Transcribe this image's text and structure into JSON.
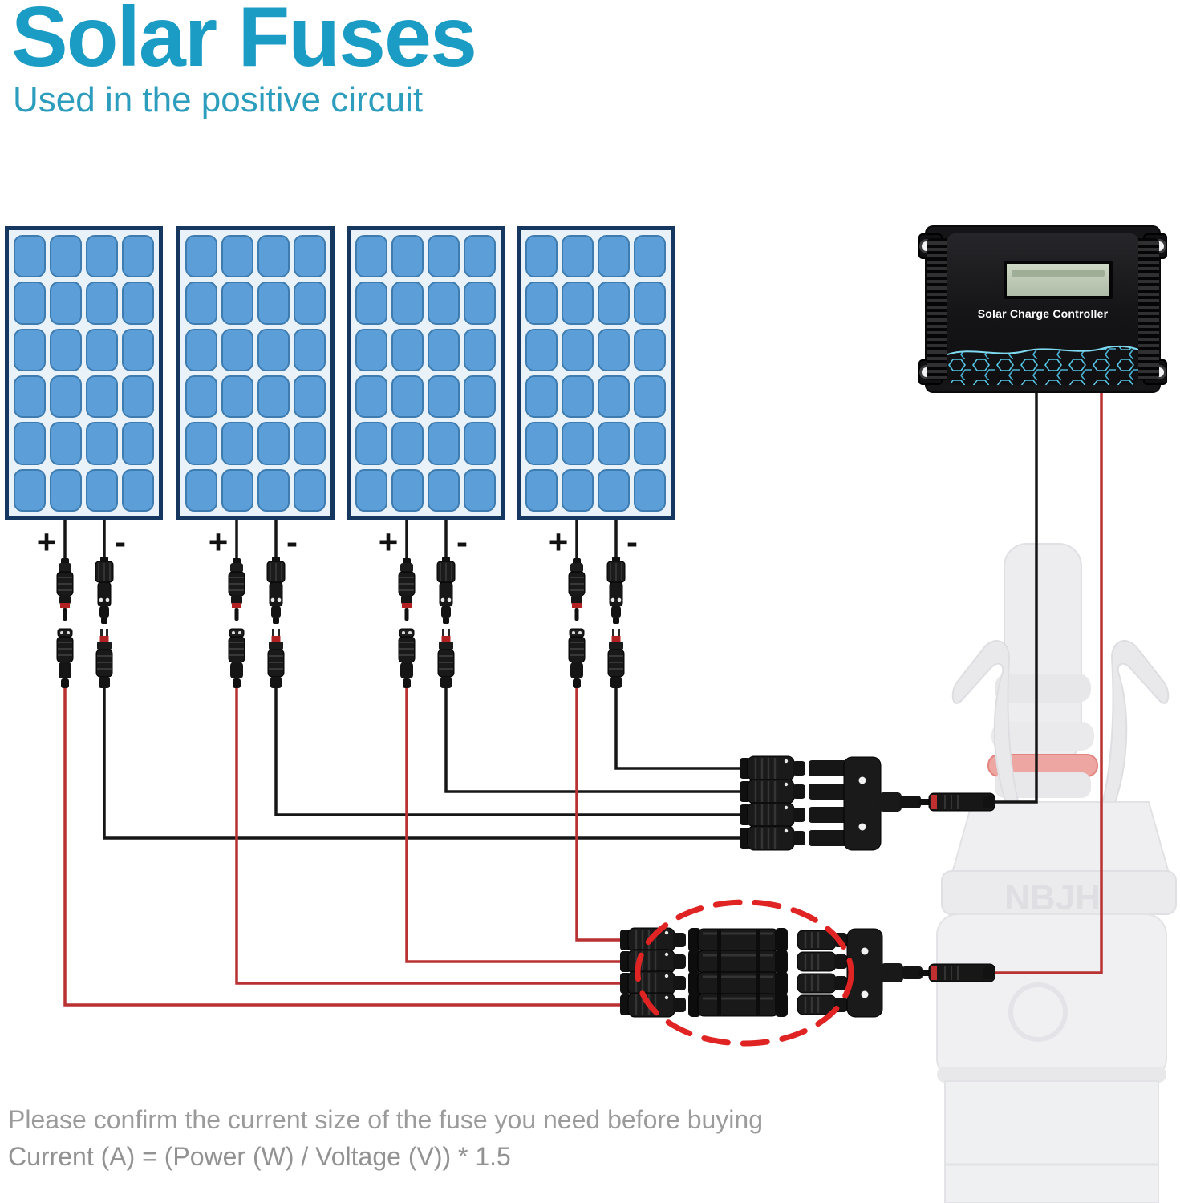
{
  "header": {
    "title": "Solar Fuses",
    "subtitle": "Used in the positive circuit"
  },
  "panels": {
    "count": 4,
    "cell_rows": 6,
    "cell_cols": 4,
    "positive_label": "+",
    "negative_label": "-"
  },
  "controller": {
    "label": "Solar Charge Controller"
  },
  "ghost_product": {
    "embossed_text": "NBJH"
  },
  "footer": {
    "line1": "Please confirm the current size of the fuse you need before buying",
    "line2": "Current (A) = (Power (W) / Voltage (V)) * 1.5"
  },
  "colors": {
    "accent_title": "#1b9cc4",
    "panel_cell_blue": "#5b9ed8",
    "panel_border_navy": "#16375f",
    "wire_negative_black": "#161616",
    "wire_positive_red": "#b93131",
    "highlight_circle_red": "#e02424",
    "mesh_teal": "#55c6e4",
    "footer_gray": "#9b9b9b"
  }
}
